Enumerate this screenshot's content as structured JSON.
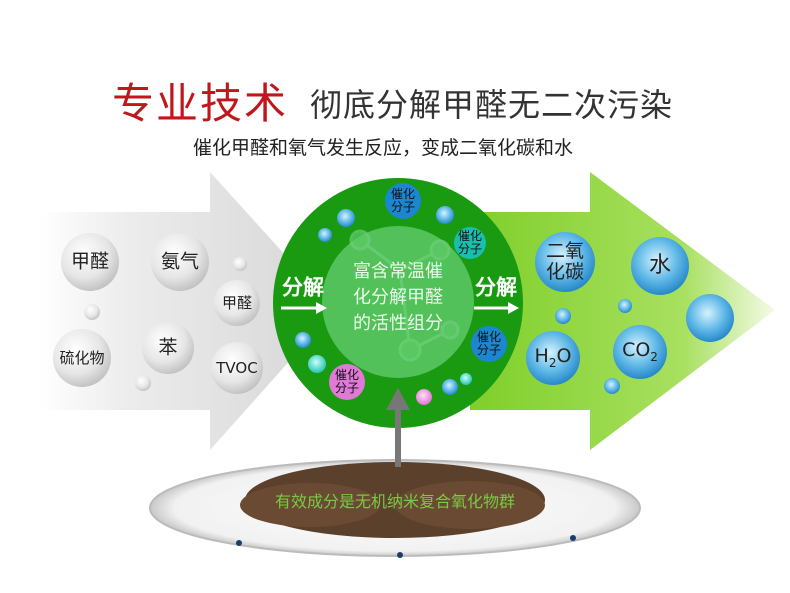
{
  "header": {
    "title_highlight": "专业技术",
    "title_rest": "彻底分解甲醛无二次污染",
    "subtitle": "催化甲醛和氧气发生反应，变成二氧化碳和水"
  },
  "pollutants": [
    "甲醛",
    "氨气",
    "甲醛",
    "硫化物",
    "苯",
    "TVOC"
  ],
  "core": {
    "line1": "富含常温催",
    "line2": "化分解甲醛",
    "line3": "的活性组分",
    "split_left": "分解",
    "split_right": "分解",
    "catalyst_labels": [
      {
        "l1": "催化",
        "l2": "分子"
      },
      {
        "l1": "催化",
        "l2": "分子"
      },
      {
        "l1": "催化",
        "l2": "分子"
      },
      {
        "l1": "催化",
        "l2": "分子"
      }
    ]
  },
  "products": {
    "co2_cn_1": "二氧",
    "co2_cn_2": "化碳",
    "water_cn": "水",
    "h2o_main": "H",
    "h2o_sub": "2",
    "h2o_end": "O",
    "co2_main": "CO",
    "co2_sub": "2"
  },
  "plate": {
    "caption": "有效成分是无机纳米复合氧化物群"
  },
  "colors": {
    "title_red": "#c0161c",
    "ring_green": "#1a9a10",
    "inner_green": "#52c15a",
    "arrow_green": "#8fd43a",
    "caption_green": "#7ac943"
  }
}
